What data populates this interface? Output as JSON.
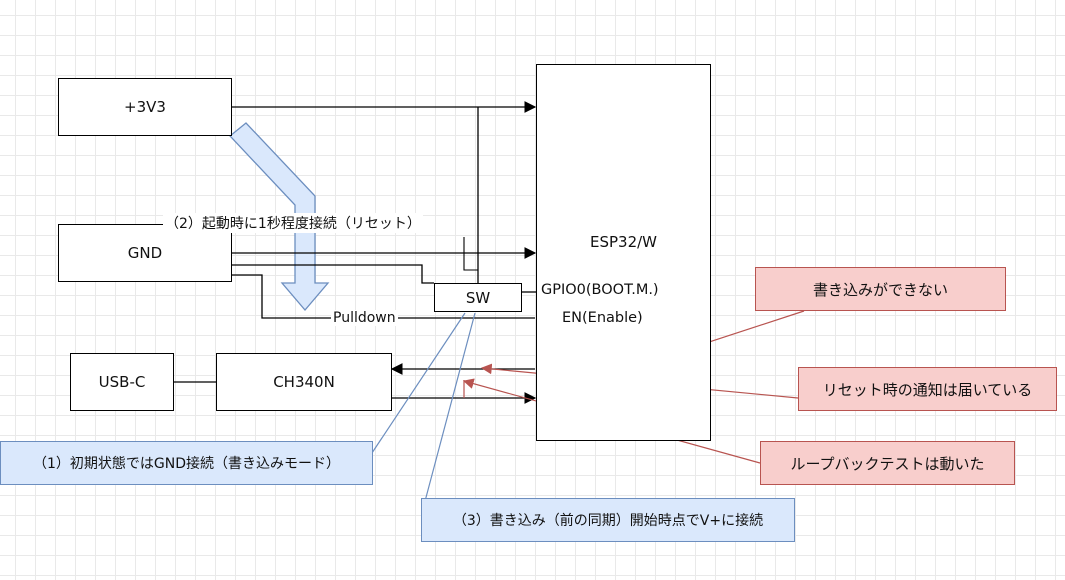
{
  "boxes": {
    "v3": "+3V3",
    "gnd": "GND",
    "usb": "USB-C",
    "ch340": "CH340N",
    "esp": "ESP32/W",
    "sw": "SW"
  },
  "labels": {
    "gpio0": "GPIO0(BOOT.M.)",
    "en": "EN(Enable)",
    "pulldown": "Pulldown",
    "step2": "（2）起動時に1秒程度接続（リセット）"
  },
  "notes": {
    "cannot_write": "書き込みができない",
    "reset_notice": "リセット時の通知は届いている",
    "loopback": "ループバックテストは動いた",
    "step1": "（1）初期状態ではGND接続（書き込みモード）",
    "step3": "（3）書き込み（前の同期）開始時点でV+に接続"
  }
}
